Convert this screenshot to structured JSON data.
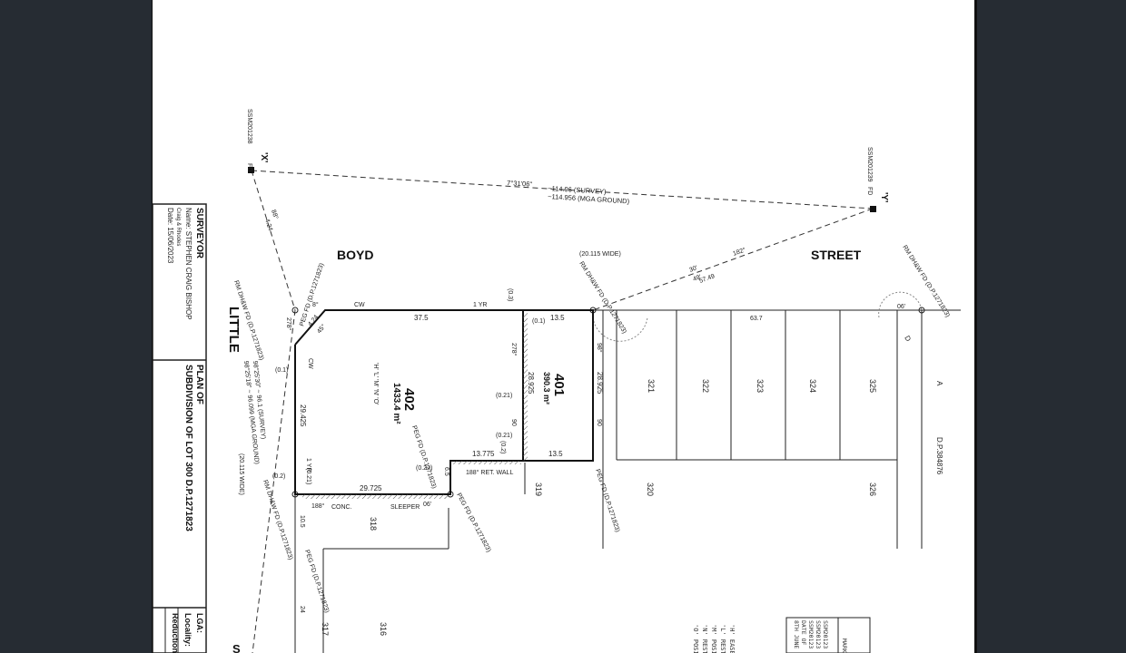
{
  "title_block": {
    "surveyor_heading": "SURVEYOR",
    "surveyor_name": "Name: STEPHEN CRAIG BISHOP",
    "surveyor_firm": "Craig & Rhodes",
    "date": "Date: 15/06/2023",
    "plan_heading": "PLAN OF",
    "plan_title": "SUBDIVISION OF LOT 300 D.P.1271823",
    "lga_label": "LGA:",
    "locality_label": "Locality:",
    "reduction_label": "Reduction"
  },
  "streets": {
    "little": "LITTLE",
    "boyd": "BOYD",
    "street": "STREET",
    "width_top": "(20.115 WIDE)",
    "width_left": "(20.115 WIDE)",
    "s_letter": "S"
  },
  "marks": {
    "x_mark_id": "SSM201238",
    "x_mark_fd": "FD",
    "x_mark_label": "'X'",
    "y_mark_id": "SSM201239",
    "y_mark_fd": "FD",
    "y_mark_label": "'Y'",
    "xy_bearing": "7°31'06\"",
    "xy_survey": "~114.96  (SURVEY)",
    "xy_mga": "~114.956 (MGA GROUND)"
  },
  "lots": {
    "lot402_number": "402",
    "lot402_area": "1433.4 m²",
    "lot401_number": "401",
    "lot401_area": "390.3 m²",
    "lot402_restrictions": "'H' 'L' 'M' 'N' 'O'"
  },
  "dimensions": {
    "top_402": "37.5",
    "top_401": "13.5",
    "mid_401": "13.5",
    "bottom_402": "29.725",
    "bottom_inner": "13.775",
    "left_402": "29.425",
    "right_402": "28.925",
    "right_401": "28.925",
    "corner_45": "4.24",
    "corner_deg": "45°",
    "right_brg": "90",
    "left_brg": "98°",
    "brg_188": "188°",
    "brg_278": "278°",
    "brg_8": "8°",
    "offset_01": "(0.1)",
    "offset_01b": "(0.1)",
    "offset_03": "(0.3)",
    "offset_021": "(0.21)",
    "offset_021b": "(0.21)",
    "offset_022": "(0.22)",
    "offset_02": "(0.2)",
    "offset_021c": "(0.21)",
    "offset_02b": "(0.2)",
    "dim_65": "6.5",
    "road_105": "10.5",
    "road_24": "24",
    "road_637": "63.7",
    "road_90": "06'",
    "dist_5749": "57.49",
    "brg_182": "182°",
    "brg_30": "30'",
    "brg_49": "49'"
  },
  "annotations": {
    "cw_top": "CW",
    "cw_left": "CW",
    "one_yr_top": "1 YR",
    "one_yr_left": "1 YR",
    "ret_wall": "188° RET. WALL",
    "conc": "CONC.",
    "sleeper": "SLEEPER",
    "peg_fd_top": "PEG FD (D.P.1271823)",
    "peg_fd_mid": "PEG FD (D.P.1271823)",
    "peg_fd_right": "PEG FD (D.P.1271823)",
    "peg_fd_low": "PEG FD (D.P.1271823)",
    "peg_fd_left": "PEG FD (D.P.1271823)",
    "rm_dhw_top": "RM DH&W FD (D.P.1271823)",
    "rm_dhw_right": "RM DH&W FD (D.P.1271823)",
    "rm_dhw_left": "RM DH&W FD (D.P.1271823)",
    "rm_dhw_low": "RM DH&W FD (D.P.1271823)",
    "survey_left": "98°25'30\" ~ 96.1 (SURVEY)",
    "mga_left": "98°25'18\" ~ 96.099 (MGA GROUND)",
    "dp_ref": "D.P.384876",
    "letter_a": "A",
    "letter_d": "D"
  },
  "neighbours": {
    "lot_318": "318",
    "lot_319": "319",
    "lot_320": "320",
    "lot_321": "321",
    "lot_322": "322",
    "lot_323": "323",
    "lot_324": "324",
    "lot_325": "325",
    "lot_326": "326",
    "lot_317": "317",
    "lot_316": "316"
  },
  "legend": {
    "line_h": "'H' EASE",
    "line_l": "'L' REST",
    "line_m": "'M' POSI",
    "line_n": "'N' REST",
    "line_o": "'O' POSI"
  },
  "marks_table": {
    "heading": "MARK",
    "row1": "SSM20123",
    "row2": "SSM20123",
    "row3": "SSM20123",
    "row4": "DATE OF",
    "row5": "8TH JUNE"
  },
  "colors": {
    "viewer_background": "#262c33",
    "sheet_background": "#ffffff",
    "line_color": "#222222"
  }
}
